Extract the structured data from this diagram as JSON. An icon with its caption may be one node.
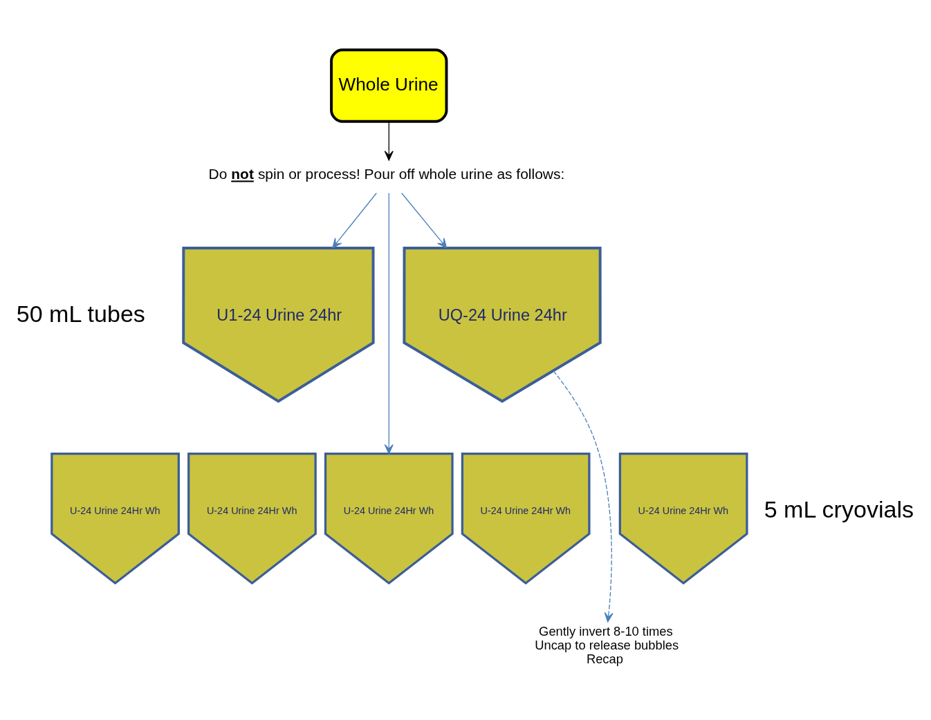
{
  "diagram": {
    "nodes": [
      {
        "text": [
          "Whole Urine"
        ]
      },
      {
        "text": [
          "Do **not** spin or process! Pour off whole urine as follows:"
        ]
      },
      {
        "text": [
          "U1-24 Urine 24hr"
        ]
      },
      {
        "text": [
          "UQ-24 Urine 24hr"
        ]
      },
      {
        "text": [
          "U-24 Urine 24Hr Wh"
        ]
      },
      {
        "text": [
          "U-24 Urine 24Hr Wh"
        ]
      },
      {
        "text": [
          "U-24 Urine 24Hr Wh"
        ]
      },
      {
        "text": [
          "U-24 Urine 24Hr Wh"
        ]
      },
      {
        "text": [
          "U-24 Urine 24Hr Wh"
        ]
      },
      {
        "text": [
          "Gently invert 8-10 times",
          "Uncap to release bubbles",
          "Recap"
        ]
      }
    ],
    "edges": [
      {
        "from": 0,
        "to": 1,
        "arrow": "to",
        "color": "#000000"
      },
      {
        "from": 1,
        "to": 2,
        "arrow": "to"
      },
      {
        "from": 1,
        "to": 3,
        "arrow": "to"
      },
      {
        "from": 1,
        "to": 6,
        "arrow": "to"
      },
      {
        "from": 3,
        "to": 9,
        "arrow": "to",
        "style": "dashed"
      }
    ],
    "labels": [
      "50 mL tubes",
      "5 mL cryovials"
    ]
  }
}
